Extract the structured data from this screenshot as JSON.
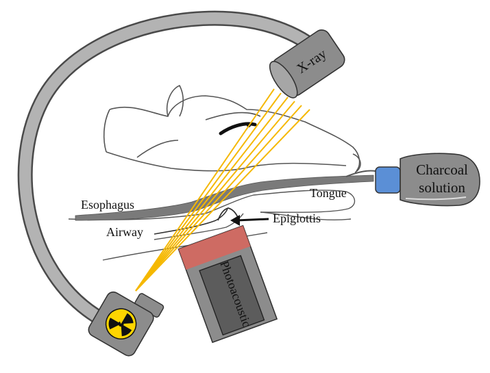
{
  "labels": {
    "xray": "X-ray",
    "charcoal_line1": "Charcoal",
    "charcoal_line2": "solution",
    "esophagus": "Esophagus",
    "tongue": "Tongue",
    "epiglottis": "Epiglottis",
    "airway": "Airway",
    "photoacoustic": "Photoacoustic"
  },
  "colors": {
    "c_arm": "#b3b3b3",
    "device_body": "#8c8c8c",
    "beam": "#f5b800",
    "esophagus_fill": "#7a7a7a",
    "bottle_cap": "#5b8fd6",
    "transducer_window": "#d9655c",
    "radiation_symbol": "#ffd500"
  },
  "icons": {
    "xray_detector": "xray-tube-icon",
    "source": "radiation-source-icon",
    "bottle": "bottle-icon",
    "transducer": "photoacoustic-probe-icon"
  }
}
